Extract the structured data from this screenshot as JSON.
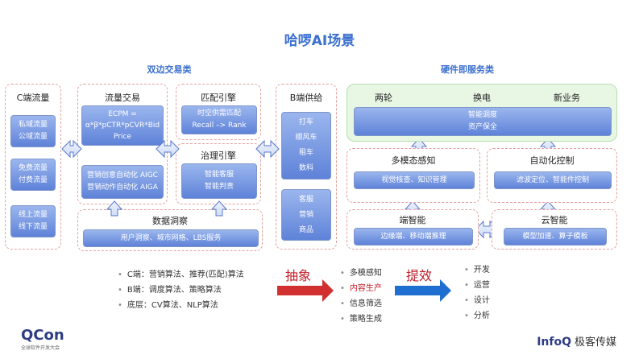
{
  "title": "哈啰AI场景",
  "left_section": {
    "title": "双边交易类",
    "c_traffic": {
      "head": "C端流量",
      "items": [
        [
          "私域流量",
          "公域流量"
        ],
        [
          "免费流量",
          "付费流量"
        ],
        [
          "线上流量",
          "线下流量"
        ]
      ]
    },
    "traffic_trade": {
      "head": "流量交易",
      "formula": "ECPM = α*β*pCTR*pCVR*Bid Price",
      "sub": [
        "营销创意自动化 AIGC",
        "营销动作自动化 AIGA"
      ]
    },
    "matching": {
      "head": "匹配引擎",
      "items": [
        "时空供需匹配",
        "Recall –> Rank"
      ]
    },
    "governance": {
      "head": "治理引擎",
      "items": [
        "智能客服",
        "智能判责"
      ]
    },
    "insight": {
      "head": "数据洞察",
      "text": "用户洞察、城市网格、LBS服务"
    },
    "b_supply": {
      "head": "B端供给",
      "group1": [
        "打车",
        "顺风车",
        "租车",
        "数科"
      ],
      "group2": [
        "客服",
        "营销",
        "商品"
      ]
    }
  },
  "right_section": {
    "title": "硬件即服务类",
    "top": {
      "labels": [
        "两轮",
        "换电",
        "新业务"
      ],
      "items": [
        "智能调度",
        "资产保全"
      ]
    },
    "perception": {
      "head": "多模态感知",
      "text": "视觉核查、知识管理"
    },
    "auto_control": {
      "head": "自动化控制",
      "text": "滤波定位、智能件控制"
    },
    "edge": {
      "head": "端智能",
      "text": "边缘端、移动端推理"
    },
    "cloud": {
      "head": "云智能",
      "text": "模型加速、算子模板"
    }
  },
  "bottom": {
    "algorithms": [
      "C端：营销算法、推荐(匹配)算法",
      "B端：调度算法、策略算法",
      "底层：CV算法、NLP算法"
    ],
    "abstract_label": "抽象",
    "capabilities": [
      "多模感知",
      "内容生产",
      "信息筛选",
      "策略生成"
    ],
    "efficiency_label": "提效",
    "outcomes": [
      "开发",
      "运营",
      "设计",
      "分析"
    ]
  },
  "footer": {
    "qcon": "QCon",
    "qcon_sub": "全球软件开发大会",
    "infoq": "InfoQ",
    "infoq_cn": "极客传媒"
  },
  "colors": {
    "title_blue": "#3a6fcf",
    "highlight_red": "#c0202b",
    "arrow_red": "#d03030",
    "arrow_blue": "#1f6fd1"
  }
}
